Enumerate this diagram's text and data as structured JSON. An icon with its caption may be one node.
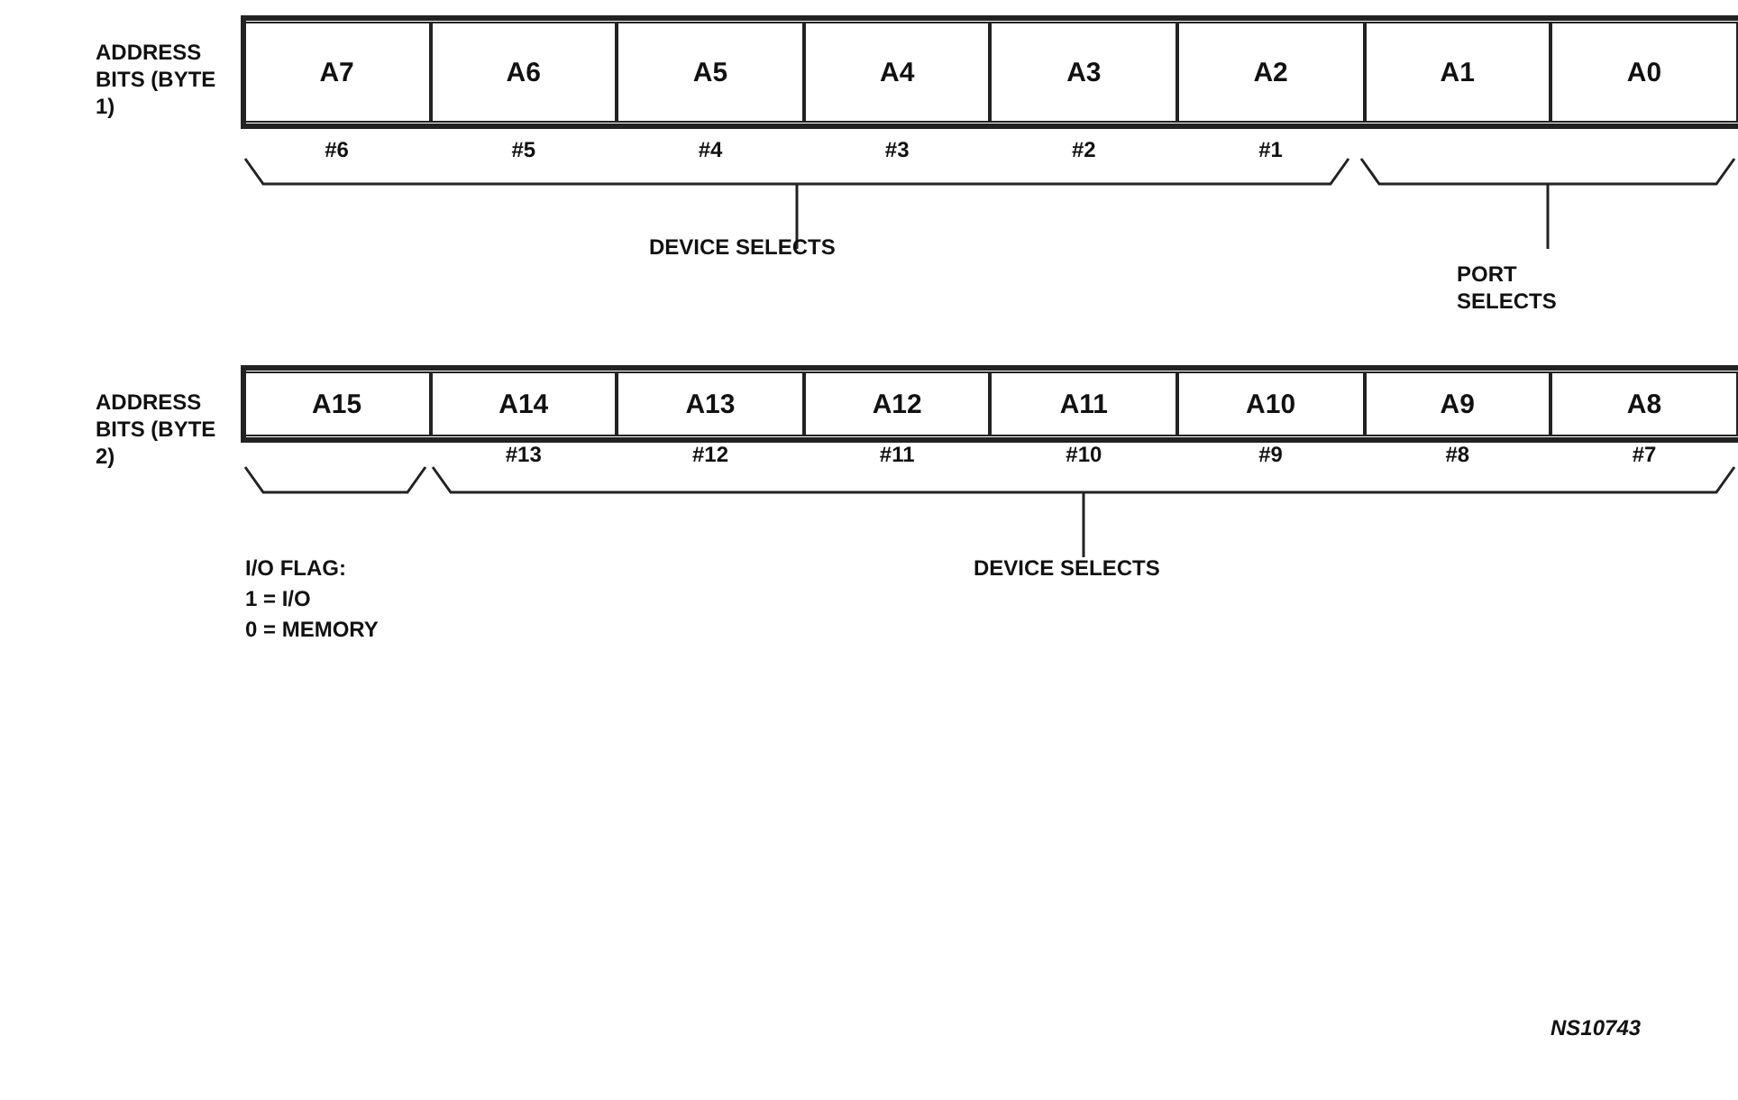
{
  "diagram": {
    "nodes": [
      {
        "text": [
          "A7"
        ],
        "beside": [
          "#6"
        ]
      },
      {
        "text": [
          "A6"
        ],
        "beside": [
          "#5"
        ]
      },
      {
        "text": [
          "A5"
        ],
        "beside": [
          "#4"
        ]
      },
      {
        "text": [
          "A4"
        ],
        "beside": [
          "#3"
        ]
      },
      {
        "text": [
          "A3"
        ],
        "beside": [
          "#2"
        ]
      },
      {
        "text": [
          "A2"
        ],
        "beside": [
          "#1"
        ]
      },
      {
        "text": [
          "A1"
        ]
      },
      {
        "text": [
          "A0"
        ]
      },
      {
        "text": [
          "A15"
        ]
      },
      {
        "text": [
          "A14"
        ],
        "beside": [
          "#13"
        ]
      },
      {
        "text": [
          "A13"
        ],
        "beside": [
          "#12"
        ]
      },
      {
        "text": [
          "A12"
        ],
        "beside": [
          "#11"
        ]
      },
      {
        "text": [
          "A11"
        ],
        "beside": [
          "#10"
        ]
      },
      {
        "text": [
          "A10"
        ],
        "beside": [
          "#9"
        ]
      },
      {
        "text": [
          "A9"
        ],
        "beside": [
          "#8"
        ]
      },
      {
        "text": [
          "A8"
        ],
        "beside": [
          "#7"
        ]
      }
    ],
    "labels": [
      "ADDRESS BITS (BYTE 1)",
      "DEVICE SELECTS",
      "PORT SELECTS",
      "ADDRESS BITS (BYTE 2)",
      "I/O FLAG:",
      "DEVICE SELECTS",
      "1 = I/O",
      "0 = MEMORY",
      "NS10743"
    ]
  }
}
